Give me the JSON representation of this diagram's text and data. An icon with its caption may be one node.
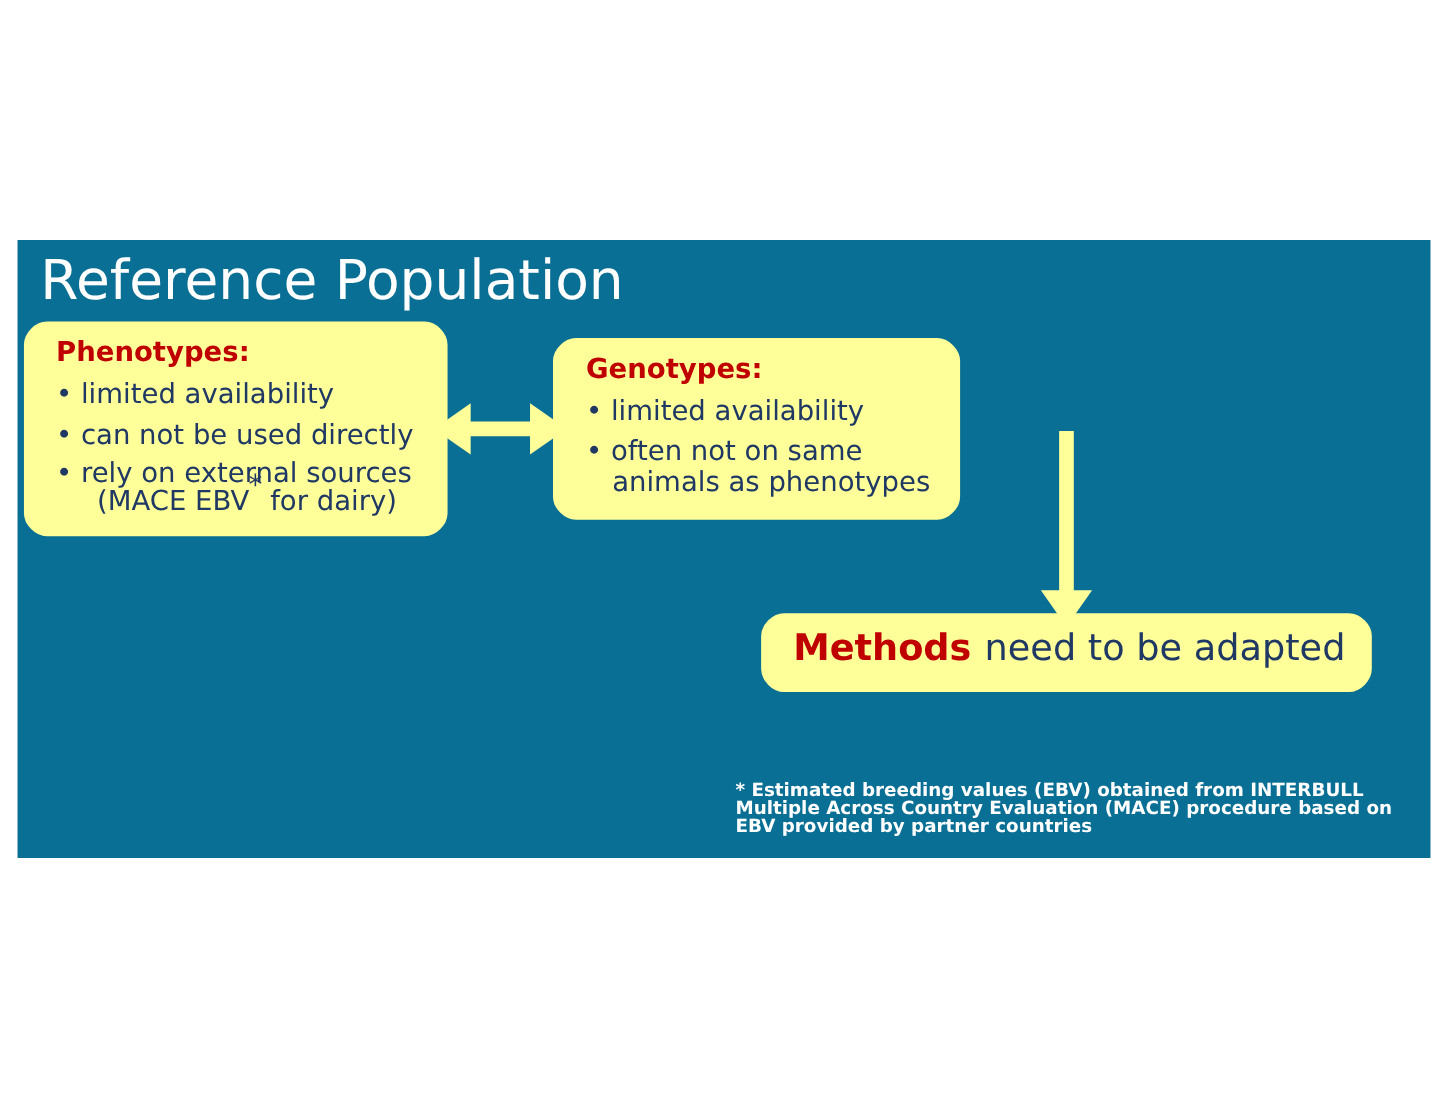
{
  "diagram": {
    "title": "Reference Population",
    "nodes": [
      {
        "text": [
          "Phenotypes:",
          "• limited availability",
          "• can not be used directly",
          "• rely on external sources (MACE EBV$^{*}$ for dairy)"
        ]
      },
      {
        "text": [
          "Genotypes:",
          "• limited availability",
          "• often not on same animals as phenotypes"
        ]
      },
      {
        "text": [
          "**Methods** need to be adapted"
        ]
      }
    ],
    "edges": [
      {
        "from": 0,
        "to": 1,
        "arrow": "both"
      },
      {
        "from": null,
        "to": 2,
        "arrow": "to"
      }
    ],
    "labels": [
      "* Estimated breeding values (EBV) obtained from INTERBULL Multiple Across Country Evaluation (MACE) procedure based on EBV provided by partner countries"
    ]
  }
}
